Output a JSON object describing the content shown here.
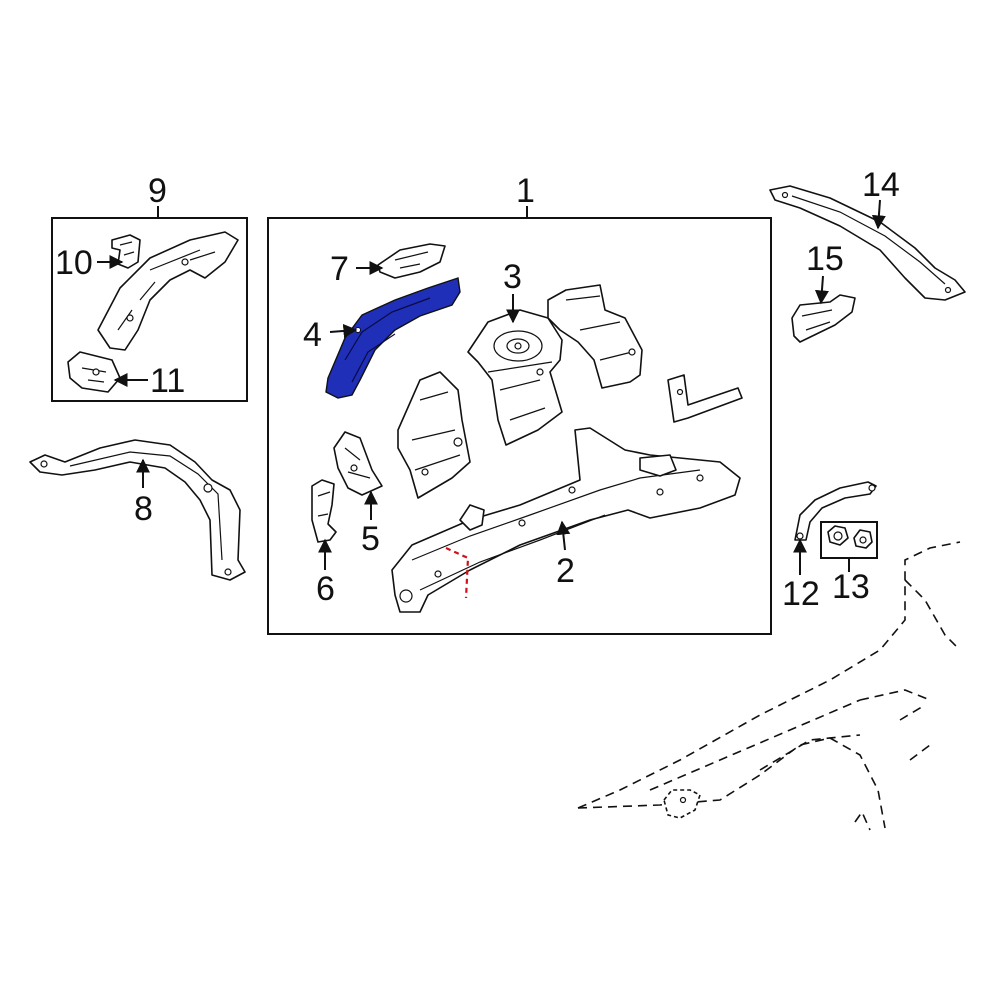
{
  "callouts": {
    "c1": "1",
    "c2": "2",
    "c3": "3",
    "c4": "4",
    "c5": "5",
    "c6": "6",
    "c7": "7",
    "c8": "8",
    "c9": "9",
    "c10": "10",
    "c11": "11",
    "c12": "12",
    "c13": "13",
    "c14": "14",
    "c15": "15"
  },
  "colors": {
    "highlight": "#1f2fb8",
    "outline": "#111111",
    "cut_line": "#d0101a"
  }
}
